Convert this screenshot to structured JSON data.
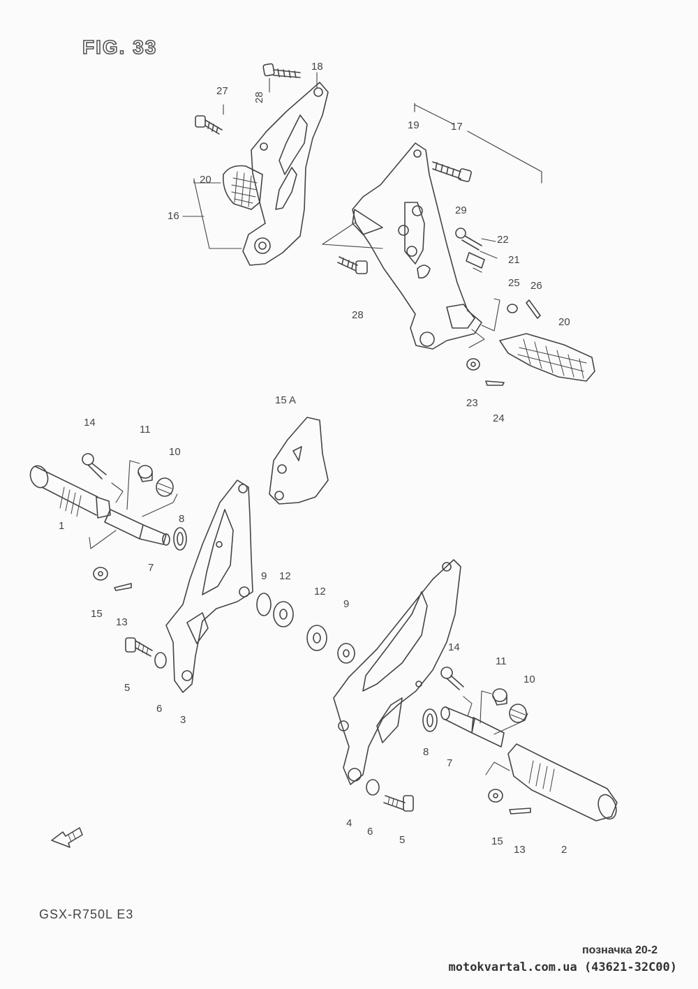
{
  "figure": {
    "title": "FIG. 33",
    "model": "GSX-R750L E3",
    "reference": "позначка 20-2",
    "source": "motokvartal.com.ua (43621-32C00)"
  },
  "callouts": [
    {
      "id": "c18",
      "label": "18"
    },
    {
      "id": "c27",
      "label": "27"
    },
    {
      "id": "c28a",
      "label": "28"
    },
    {
      "id": "c20a",
      "label": "20"
    },
    {
      "id": "c16",
      "label": "16"
    },
    {
      "id": "c19",
      "label": "19"
    },
    {
      "id": "c17",
      "label": "17"
    },
    {
      "id": "c29",
      "label": "29"
    },
    {
      "id": "c22",
      "label": "22"
    },
    {
      "id": "c21",
      "label": "21"
    },
    {
      "id": "c28b",
      "label": "28"
    },
    {
      "id": "c25",
      "label": "25"
    },
    {
      "id": "c26",
      "label": "26"
    },
    {
      "id": "c20b",
      "label": "20"
    },
    {
      "id": "c23",
      "label": "23"
    },
    {
      "id": "c24",
      "label": "24"
    },
    {
      "id": "c15a",
      "label": "15 A"
    },
    {
      "id": "c14a",
      "label": "14"
    },
    {
      "id": "c11a",
      "label": "11"
    },
    {
      "id": "c10a",
      "label": "10"
    },
    {
      "id": "c8a",
      "label": "8"
    },
    {
      "id": "c1",
      "label": "1"
    },
    {
      "id": "c7a",
      "label": "7"
    },
    {
      "id": "c15b",
      "label": "15"
    },
    {
      "id": "c13a",
      "label": "13"
    },
    {
      "id": "c9a",
      "label": "9"
    },
    {
      "id": "c12a",
      "label": "12"
    },
    {
      "id": "c12b",
      "label": "12"
    },
    {
      "id": "c9b",
      "label": "9"
    },
    {
      "id": "c5a",
      "label": "5"
    },
    {
      "id": "c6a",
      "label": "6"
    },
    {
      "id": "c3",
      "label": "3"
    },
    {
      "id": "c14b",
      "label": "14"
    },
    {
      "id": "c11b",
      "label": "11"
    },
    {
      "id": "c10b",
      "label": "10"
    },
    {
      "id": "c8b",
      "label": "8"
    },
    {
      "id": "c7b",
      "label": "7"
    },
    {
      "id": "c4",
      "label": "4"
    },
    {
      "id": "c6b",
      "label": "6"
    },
    {
      "id": "c5b",
      "label": "5"
    },
    {
      "id": "c15c",
      "label": "15"
    },
    {
      "id": "c13b",
      "label": "13"
    },
    {
      "id": "c2",
      "label": "2"
    }
  ],
  "colors": {
    "ink": "#444444",
    "paper": "#fbfbfb"
  }
}
